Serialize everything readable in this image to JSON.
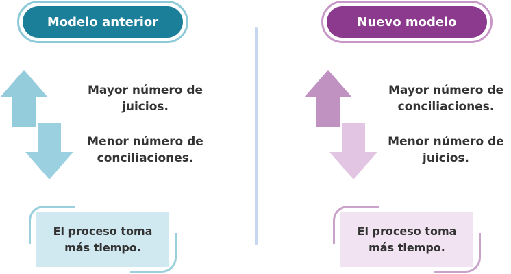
{
  "left": {
    "title": "Modelo anterior",
    "statement_top": "Mayor número de juicios.",
    "statement_bottom": "Menor número de conciliaciones.",
    "box_text": "El proceso toma más tiempo."
  },
  "right": {
    "title": "Nuevo modelo",
    "statement_top": "Mayor número de conciliaciones.",
    "statement_bottom": "Menor número de juicios.",
    "box_text": "El proceso toma más tiempo."
  },
  "colors": {
    "left_pill": "#1b7f99",
    "left_pill_border": "#8ec9d9",
    "left_arrow_up": "#95ccdc",
    "left_arrow_down": "#9ad0df",
    "left_box": "#d0e8f0",
    "left_bracket": "#9ccfdc",
    "right_pill": "#8b3a8e",
    "right_pill_border": "#c697c7",
    "right_arrow_up": "#c092c1",
    "right_arrow_down": "#e2c5e3",
    "right_box": "#f1e3f1",
    "right_bracket": "#c9a3ca",
    "divider": "#c7d7ef"
  }
}
